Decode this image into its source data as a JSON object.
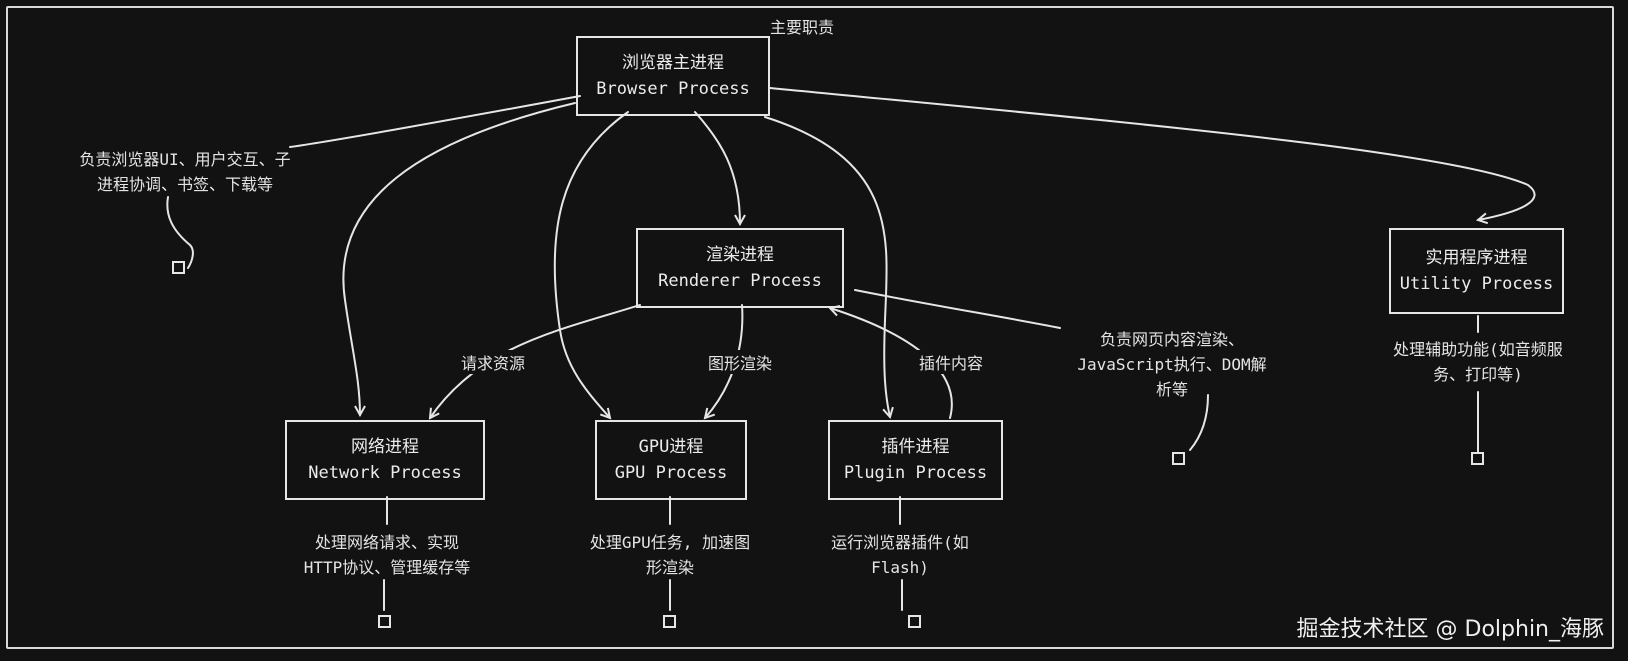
{
  "title": "主要职责",
  "nodes": {
    "browser": {
      "cn": "浏览器主进程",
      "en": "Browser Process"
    },
    "renderer": {
      "cn": "渲染进程",
      "en": "Renderer Process"
    },
    "utility": {
      "cn": "实用程序进程",
      "en": "Utility Process"
    },
    "network": {
      "cn": "网络进程",
      "en": "Network Process"
    },
    "gpu": {
      "cn": "GPU进程",
      "en": "GPU Process"
    },
    "plugin": {
      "cn": "插件进程",
      "en": "Plugin Process"
    }
  },
  "notes": {
    "browser": [
      "负责浏览器UI、用户交互、子",
      "进程协调、书签、下载等"
    ],
    "renderer": [
      "负责网页内容渲染、",
      "JavaScript执行、DOM解",
      "析等"
    ],
    "utility": [
      "处理辅助功能(如音频服",
      "务、打印等)"
    ],
    "network": [
      "处理网络请求、实现",
      "HTTP协议、管理缓存等"
    ],
    "gpu": [
      "处理GPU任务, 加速图",
      "形渲染"
    ],
    "plugin": [
      "运行浏览器插件(如",
      "Flash)"
    ]
  },
  "edge_labels": {
    "request": "请求资源",
    "graphics": "图形渲染",
    "plugin_content": "插件内容"
  },
  "watermark": "掘金技术社区 @ Dolphin_海豚"
}
